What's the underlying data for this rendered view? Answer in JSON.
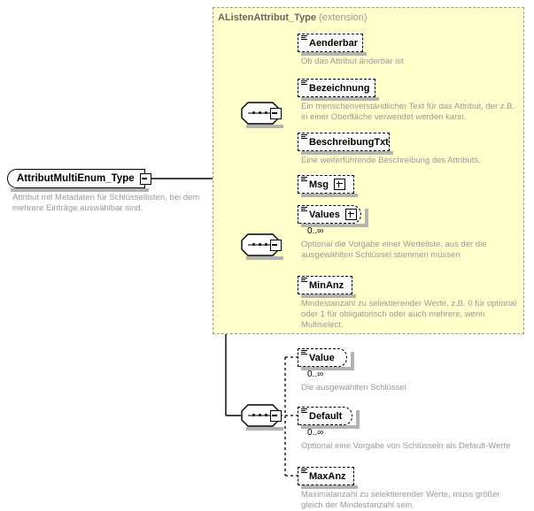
{
  "diagram": {
    "type": "xml-schema-element-diagram",
    "colors": {
      "panel_background": "#ffffcc",
      "panel_border": "#999999",
      "description_text": "#999999",
      "title_text": "#666666",
      "box_border": "#000000",
      "shadow": "#b3b3b3"
    }
  },
  "root": {
    "name": "AttributMultiEnum_Type",
    "description": "Attribut mit Metadaten für Schlüssellisten, bei dem mehrere Einträge auswählbar sind.",
    "collapse_icon": "minus-icon"
  },
  "extension": {
    "title": "AListenAttribut_Type",
    "qualifier": "(extension)"
  },
  "sequences": [
    {
      "id": "sequence-1",
      "symbol": "sequence-dots",
      "collapse_icon": "minus-icon"
    },
    {
      "id": "sequence-2",
      "symbol": "sequence-dots",
      "collapse_icon": "minus-icon"
    },
    {
      "id": "sequence-3",
      "symbol": "sequence-dots",
      "collapse_icon": "minus-icon"
    }
  ],
  "groups": [
    {
      "id": "group-inherited-1",
      "in_extension": true,
      "elements": [
        {
          "name": "Aenderbar",
          "description": "Ob das Attribut änderbar ist",
          "cardinality": "",
          "expandable": false,
          "repeating": false
        },
        {
          "name": "Bezeichnung",
          "description": "Ein menschenverständlicher Text für das Attribut, der z.B. in einer Oberfläche verwendet werden kann.",
          "cardinality": "",
          "expandable": false,
          "repeating": false
        },
        {
          "name": "BeschreibungTxt",
          "description": "Eine weiterführende Beschreibung des Attributs.",
          "cardinality": "",
          "expandable": false,
          "repeating": false
        },
        {
          "name": "Msg",
          "description": "",
          "cardinality": "",
          "expandable": true,
          "repeating": false
        }
      ]
    },
    {
      "id": "group-inherited-2",
      "in_extension": true,
      "elements": [
        {
          "name": "Values",
          "description": "Optional die Vorgabe einer Werteliste, aus der die ausgewählten Schlüssel stammen müssen",
          "cardinality": "0..∞",
          "expandable": true,
          "repeating": true
        },
        {
          "name": "MinAnz",
          "description": "Mindestanzahl zu selektierender Werte, z.B. 0 für optional oder 1 für obligatorisch oder auch mehrere, wenn Multiselect.",
          "cardinality": "",
          "expandable": false,
          "repeating": false
        }
      ]
    },
    {
      "id": "group-own",
      "in_extension": false,
      "elements": [
        {
          "name": "Value",
          "description": "Die ausgewählten Schlüssel",
          "cardinality": "0..∞",
          "expandable": false,
          "repeating": true
        },
        {
          "name": "Default",
          "description": "Optional eine Vorgabe von Schlüsseln als Default-Werte",
          "cardinality": "0..∞",
          "expandable": false,
          "repeating": true
        },
        {
          "name": "MaxAnz",
          "description": "Maximalanzahl zu selektierender Werte, muss größer gleich der Mindestanzahl sein.",
          "cardinality": "",
          "expandable": false,
          "repeating": false
        }
      ]
    }
  ]
}
